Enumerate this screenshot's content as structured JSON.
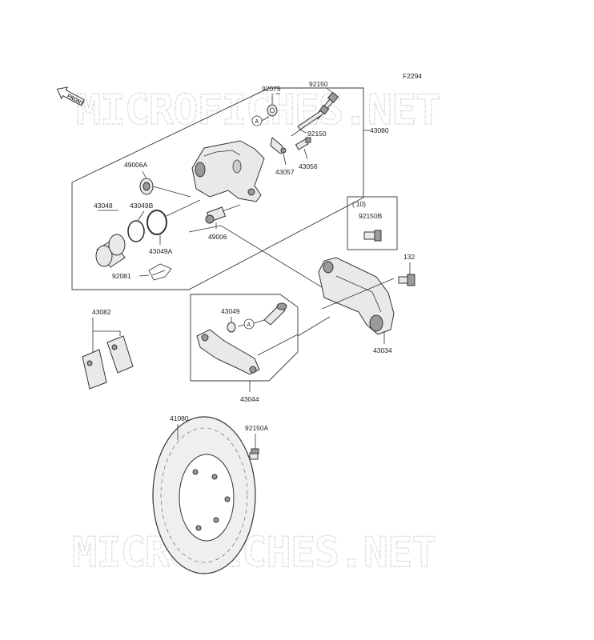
{
  "figure_code": "F2294",
  "front_label": "FRONT",
  "watermark": "MICROFICHES.NET",
  "callout_a": "A",
  "note": "(’10)",
  "parts": {
    "p92075": "92075",
    "p92150_top": "92150",
    "p92150_mid": "92150",
    "p43080": "43080",
    "p43057": "43057",
    "p43056": "43056",
    "p49006A": "49006A",
    "p43049B": "43049B",
    "p43048": "43048",
    "p43049A": "43049A",
    "p49006": "49006",
    "p92081": "92081",
    "p92150B": "92150B",
    "p132": "132",
    "p43082": "43082",
    "p43049": "43049",
    "p43034": "43034",
    "p43044": "43044",
    "p41080": "41080",
    "p92150A": "92150A"
  }
}
